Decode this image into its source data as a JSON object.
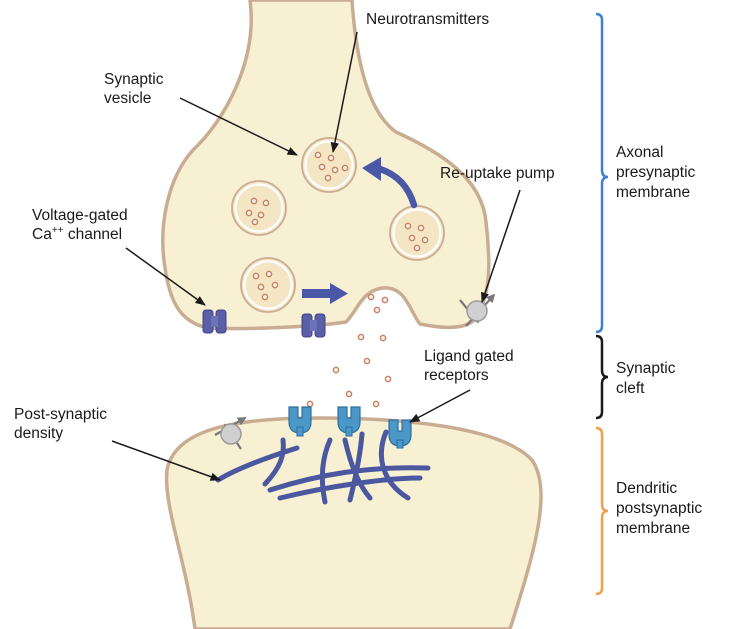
{
  "labels": {
    "neurotransmitters": "Neurotransmitters",
    "synaptic_vesicle": [
      "Synaptic",
      "vesicle"
    ],
    "reuptake_pump": "Re-uptake pump",
    "voltage_gated": {
      "line1": "Voltage-gated",
      "ca": "Ca",
      "sup": "++",
      "rest": " channel"
    },
    "ligand_gated": [
      "Ligand gated",
      "receptors"
    ],
    "post_synaptic_density": [
      "Post-synaptic",
      "density"
    ]
  },
  "regions": {
    "axonal": [
      "Axonal",
      "presynaptic",
      "membrane"
    ],
    "cleft": [
      "Synaptic",
      "cleft"
    ],
    "dendritic": [
      "Dendritic",
      "postsynaptic",
      "membrane"
    ]
  },
  "colors": {
    "cytoplasm": "#f8f0d2",
    "membrane": "#c9ad93",
    "vesicle_fill": "#f4e6c4",
    "vesicle_ring": "#ffffff",
    "neurotransmitter": "#c8846a",
    "channel": "#5a5fa8",
    "receptor": "#4a97c8",
    "flow_arrow": "#4b58a8",
    "density_fiber": "#4b58a0",
    "pump": "#d0d0d0",
    "brace_axonal": "#3f7fd4",
    "brace_cleft": "#1a1a1a",
    "brace_dendritic": "#f0a04a",
    "pointer": "#1a1a1a"
  }
}
